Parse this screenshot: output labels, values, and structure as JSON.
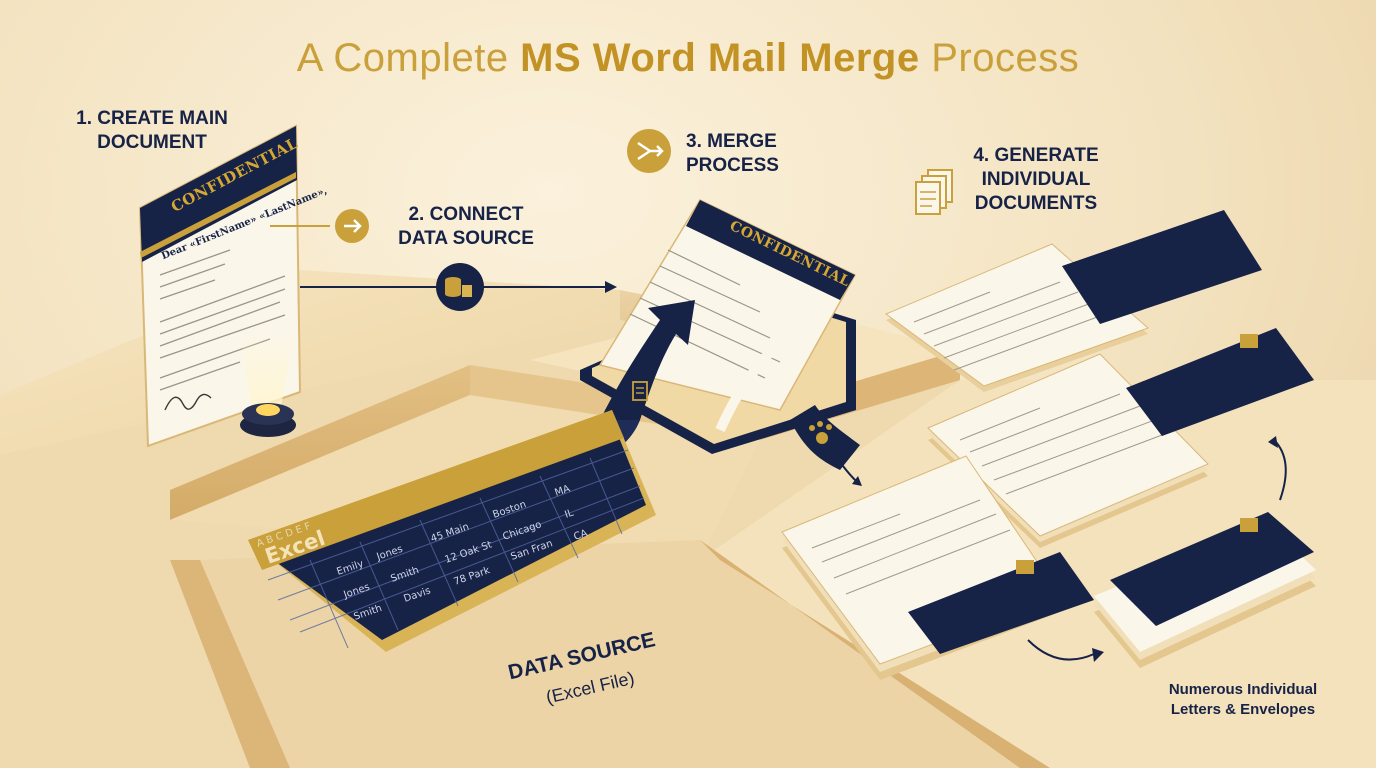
{
  "title": {
    "prefix": "A Complete ",
    "bold": "MS Word Mail Merge",
    "suffix": " Process"
  },
  "steps": {
    "create": {
      "line1": "1. CREATE MAIN",
      "line2": "DOCUMENT"
    },
    "connect": {
      "line1": "2. CONNECT",
      "line2": "DATA SOURCE"
    },
    "merge": {
      "line1": "3. MERGE",
      "line2": "PROCESS"
    },
    "generate": {
      "line1": "4. GENERATE",
      "line2": "INDIVIDUAL",
      "line3": "DOCUMENTS"
    }
  },
  "document": {
    "heading": "CONFIDENTIAL",
    "greeting": "Dear «FirstName» «LastName»,"
  },
  "merge_doc": {
    "heading": "CONFIDENTIAL"
  },
  "data_source": {
    "label": "DATA SOURCE",
    "sublabel": "(Excel File)",
    "app_label": "Excel"
  },
  "output_note": {
    "line1": "Numerous Individual",
    "line2": "Letters & Envelopes"
  },
  "colors": {
    "navy": "#172247",
    "gold": "#c9a03a",
    "cream": "#fbf6ea",
    "background": "#f3e2bf"
  },
  "icons": [
    "arrow-right-icon",
    "database-icon",
    "merge-icon",
    "documents-icon",
    "document-icon",
    "paw-icon"
  ]
}
